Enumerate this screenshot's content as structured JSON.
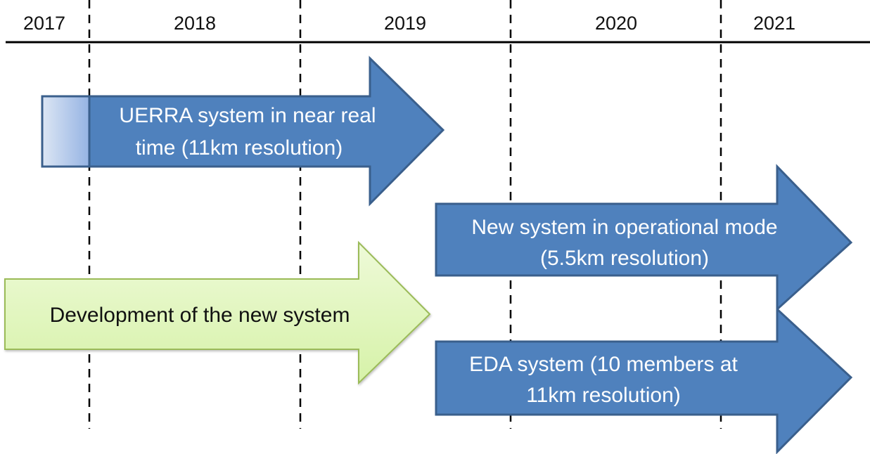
{
  "timeline": {
    "years": [
      {
        "label": "2017"
      },
      {
        "label": "2018"
      },
      {
        "label": "2019"
      },
      {
        "label": "2020"
      },
      {
        "label": "2021"
      }
    ]
  },
  "colors": {
    "blue_fill": "#4f81bd",
    "blue_stroke": "#3a5f8c",
    "green_fill_top": "#eefad8",
    "green_fill_bottom": "#d6f2a8",
    "green_stroke": "#9bbb59",
    "lead_gradient_start": "#dce6f4",
    "lead_gradient_end": "#95b3e3"
  },
  "arrows": [
    {
      "id": "uerra",
      "lines": [
        "UERRA system in near real",
        "time (11km resolution)"
      ]
    },
    {
      "id": "new-system",
      "lines": [
        "New system in operational mode",
        "(5.5km resolution)"
      ]
    },
    {
      "id": "development",
      "lines": [
        "Development of the new system"
      ]
    },
    {
      "id": "eda",
      "lines": [
        "EDA system (10 members at",
        "11km resolution)"
      ]
    }
  ]
}
